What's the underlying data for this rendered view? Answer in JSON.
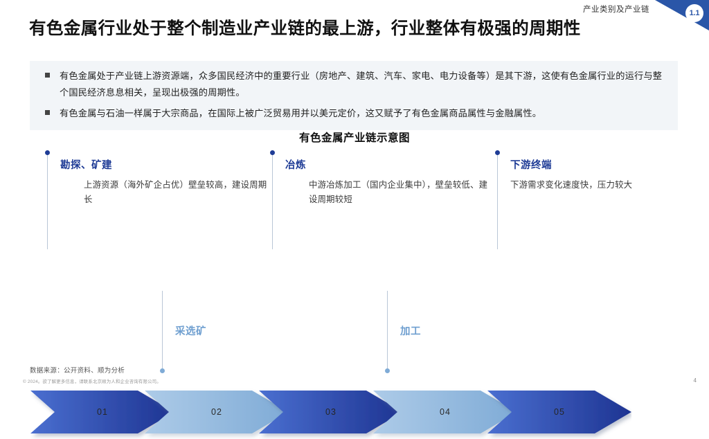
{
  "header": {
    "breadcrumb": "产业类别及产业链",
    "section_badge": "1.1",
    "title": "有色金属行业处于整个制造业产业链的最上游，行业整体有极强的周期性"
  },
  "bullets": [
    "有色金属处于产业链上游资源端，众多国民经济中的重要行业（房地产、建筑、汽车、家电、电力设备等）是其下游，这使有色金属行业的运行与整个国民经济息息相关，呈现出极强的周期性。",
    "有色金属与石油一样属于大宗商品，在国际上被广泛贸易用并以美元定价，这又赋予了有色金属商品属性与金融属性。"
  ],
  "diagram": {
    "title": "有色金属产业链示意图",
    "stages": [
      {
        "number": "01",
        "heading": "勘探、矿建",
        "body": "上游资源（海外矿企占优）壁垒较高，建设周期长",
        "position": "top",
        "tone": "dark"
      },
      {
        "number": "02",
        "heading": "采选矿",
        "body": "",
        "position": "bottom",
        "tone": "light"
      },
      {
        "number": "03",
        "heading": "冶炼",
        "body": "中游冶炼加工（国内企业集中），壁垒较低、建设周期较短",
        "position": "top",
        "tone": "dark"
      },
      {
        "number": "04",
        "heading": "加工",
        "body": "",
        "position": "bottom",
        "tone": "light"
      },
      {
        "number": "05",
        "heading": "下游终端",
        "body": "下游需求变化速度快，压力较大",
        "position": "top",
        "tone": "dark"
      }
    ]
  },
  "footer": {
    "source": "数据来源：公开资料、顺为分析",
    "copyright": "© 2024。欲了解更多信息，请联系北京顺为人和企业咨询有限公司。",
    "page_number": "4"
  },
  "colors": {
    "brand_blue": "#2a56a8",
    "heading_blue": "#1f3c96",
    "light_blue": "#6f9fd0",
    "chevron_dark_start": "#4a6fd0",
    "chevron_dark_end": "#1e3492",
    "chevron_light_start": "#adcbe8",
    "chevron_light_end": "#7fabd6",
    "panel_bg": "#f2f5f8"
  }
}
